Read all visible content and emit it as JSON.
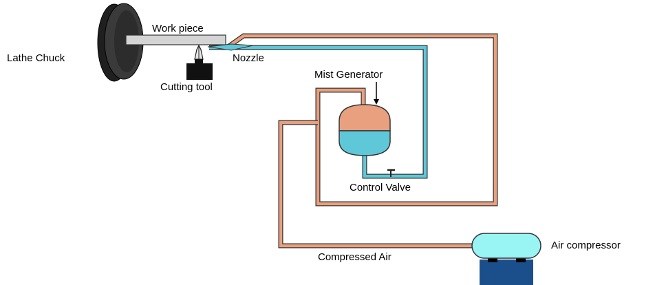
{
  "labels": {
    "work_piece": "Work piece",
    "lathe_chuck": "Lathe Chuck",
    "nozzle": "Nozzle",
    "cutting_tool": "Cutting tool",
    "mist_generator": "Mist Generator",
    "control_valve": "Control Valve",
    "compressed_air": "Compressed Air",
    "air_compressor": "Air compressor"
  },
  "colors": {
    "air_line": "#e8a07e",
    "oil_line": "#5ec8d8",
    "line_outline": "#333333",
    "chuck": "#3a3a3a",
    "workpiece": "#d4d4d4",
    "tool": "#111111",
    "compressor_tank": "#99f4f4",
    "compressor_base": "#1b4f8c"
  }
}
